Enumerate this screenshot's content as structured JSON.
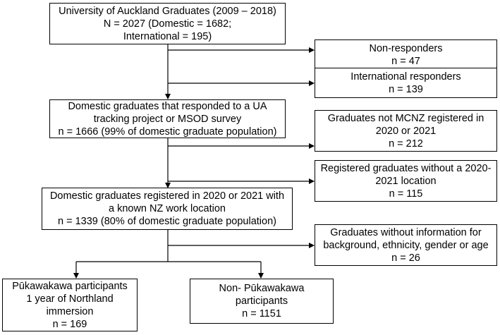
{
  "flow": {
    "graduates": {
      "lines": [
        "University of Auckland Graduates (2009 – 2018)",
        "N = 2027 (Domestic = 1682;",
        "International = 195)"
      ]
    },
    "non_responders": {
      "lines": [
        "Non-responders",
        "n = 47"
      ]
    },
    "international": {
      "lines": [
        "International responders",
        "n = 139"
      ]
    },
    "domestic_responded": {
      "lines": [
        "Domestic graduates that responded to a UA",
        "tracking project or MSOD survey",
        "n =  1666 (99% of domestic graduate population)"
      ]
    },
    "not_registered": {
      "lines": [
        "Graduates not MCNZ registered in",
        "2020 or 2021",
        "n = 212"
      ]
    },
    "no_location": {
      "lines": [
        "Registered graduates without a 2020-",
        "2021 location",
        "n = 115"
      ]
    },
    "domestic_registered": {
      "lines": [
        "Domestic graduates registered in 2020 or 2021 with",
        "a known NZ work location",
        "n =  1339 (80% of domestic graduate population)"
      ]
    },
    "no_info": {
      "lines": [
        "Graduates without information for",
        "background, ethnicity, gender or age",
        "n = 26"
      ]
    },
    "pukawakawa": {
      "lines": [
        "Pūkawakawa participants",
        "1 year of Northland",
        "immersion",
        "n = 169"
      ]
    },
    "non_pukawakawa": {
      "lines": [
        "Non- Pūkawakawa",
        "participants",
        "n = 1151"
      ]
    }
  }
}
